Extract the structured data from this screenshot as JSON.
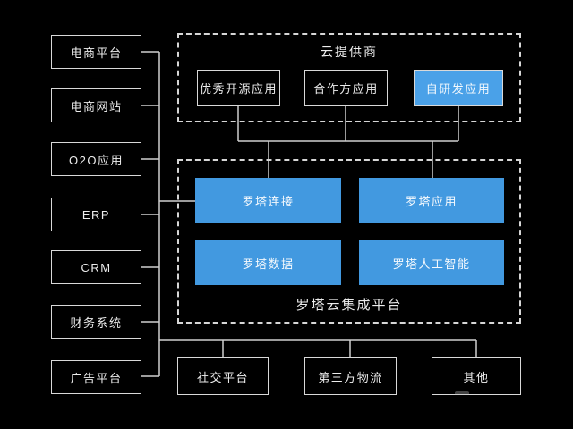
{
  "colors": {
    "background": "#000000",
    "accent": "#4299e0",
    "accent_light": "#4aa1e8",
    "line": "#cfcfcf",
    "border": "#d9d9d9",
    "text": "#ededed"
  },
  "diagram": {
    "left_column": [
      {
        "label": "电商平台"
      },
      {
        "label": "电商网站"
      },
      {
        "label": "O2O应用"
      },
      {
        "label": "ERP"
      },
      {
        "label": "CRM"
      },
      {
        "label": "财务系统"
      },
      {
        "label": "广告平台"
      }
    ],
    "cloud_provider": {
      "title": "云提供商",
      "apps": [
        {
          "label": "优秀开源应用",
          "highlighted": false
        },
        {
          "label": "合作方应用",
          "highlighted": false
        },
        {
          "label": "自研发应用",
          "highlighted": true
        }
      ]
    },
    "platform": {
      "title": "罗塔云集成平台",
      "modules": [
        {
          "label": "罗塔连接"
        },
        {
          "label": "罗塔应用"
        },
        {
          "label": "罗塔数据"
        },
        {
          "label": "罗塔人工智能"
        }
      ]
    },
    "bottom_row": [
      {
        "label": "社交平台"
      },
      {
        "label": "第三方物流"
      },
      {
        "label": "其他"
      }
    ]
  }
}
